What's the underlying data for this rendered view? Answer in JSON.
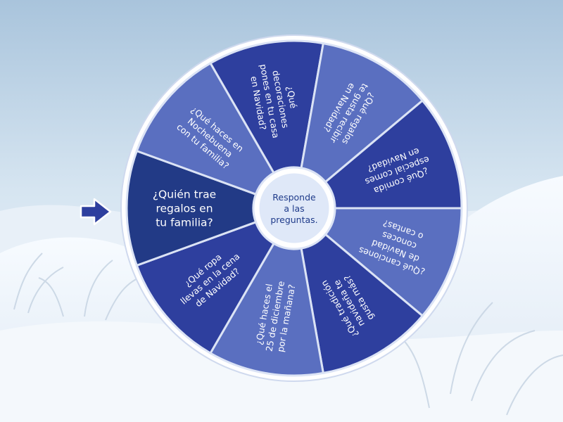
{
  "wheel": {
    "center_label": [
      "Responde",
      "a las",
      "preguntas."
    ],
    "segments": [
      {
        "lines": [
          "¿Qué",
          "decoraciones",
          "pones en tu casa",
          "en Navidad?"
        ],
        "color": "#2e3f9e"
      },
      {
        "lines": [
          "¿Qué regalos",
          "te gusta recibir",
          "en Navidad?"
        ],
        "color": "#5a6fc0"
      },
      {
        "lines": [
          "¿Qué comida",
          "especial comes",
          "en Navidad?"
        ],
        "color": "#2e3f9e"
      },
      {
        "lines": [
          "¿Qué canciones",
          "de Navidad",
          "conoces",
          "o cantas?"
        ],
        "color": "#5a6fc0"
      },
      {
        "lines": [
          "¿Qué tradición",
          "navideña te",
          "gusta más?"
        ],
        "color": "#2e3f9e"
      },
      {
        "lines": [
          "¿Qué haces el",
          "25 de diciembre",
          "por la mañana?"
        ],
        "color": "#5a6fc0"
      },
      {
        "lines": [
          "¿Qué ropa",
          "llevas en la cena",
          "de Navidad?"
        ],
        "color": "#2e3f9e"
      },
      {
        "lines": [
          "¿Quién trae",
          "regalos en",
          "tu familia?"
        ],
        "color": "#223a86",
        "selected": true
      },
      {
        "lines": [
          "¿Qué haces en",
          "Nochebuena",
          "con tu familia?"
        ],
        "color": "#5a6fc0"
      }
    ],
    "rim_color": "#ffffff",
    "divider_color": "#dbe3f5"
  },
  "pointer": {
    "icon": "arrow-right-icon",
    "color": "#2e3f9e"
  }
}
